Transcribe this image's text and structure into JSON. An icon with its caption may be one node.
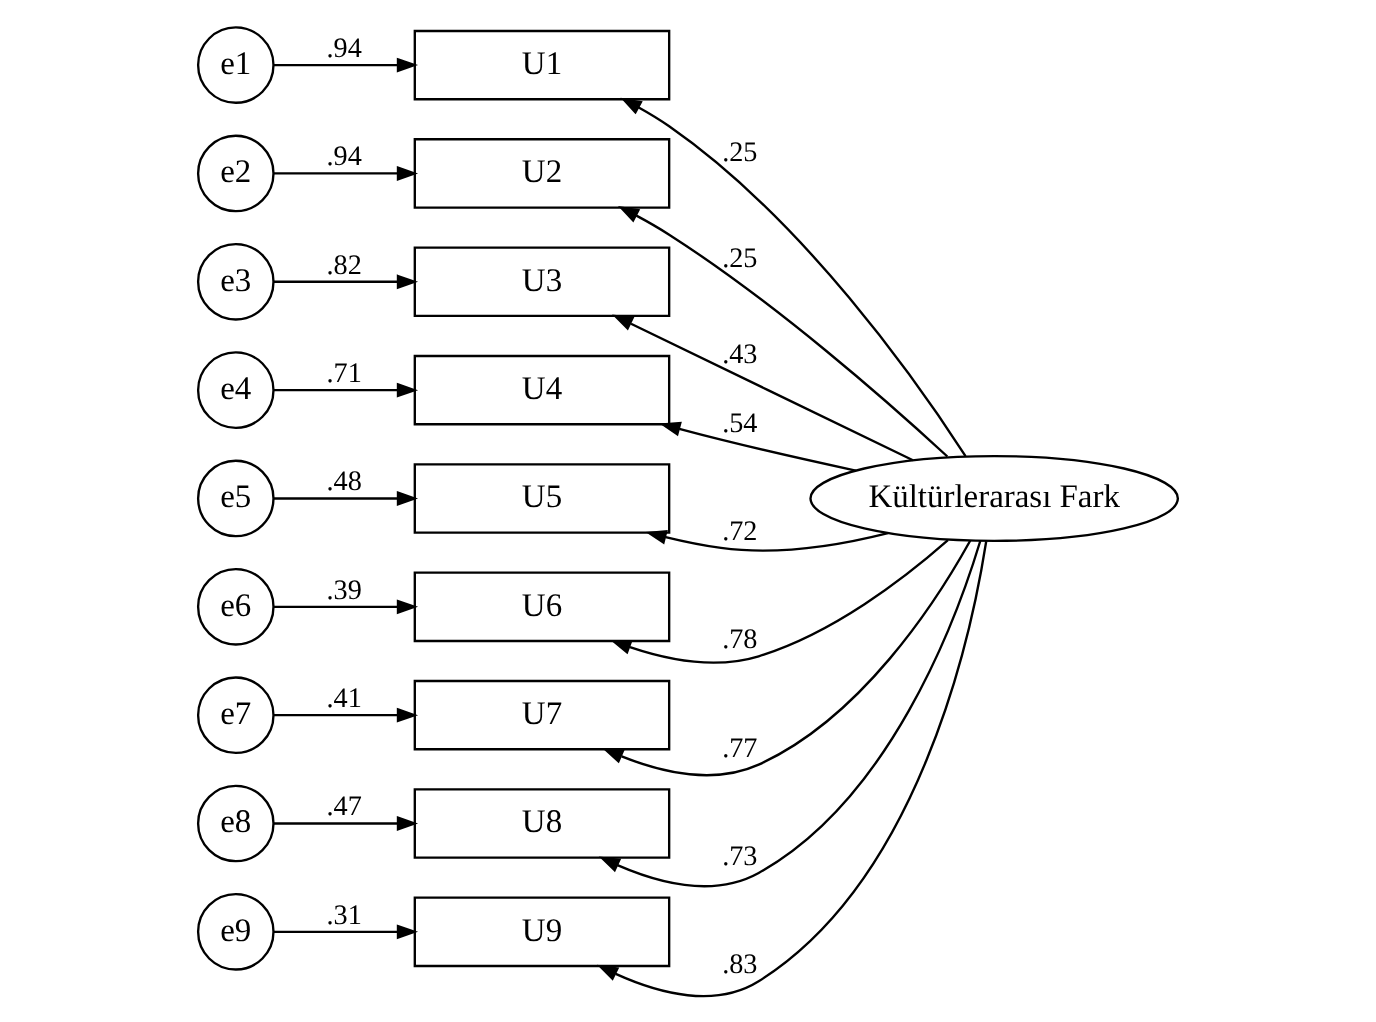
{
  "diagram": {
    "nodes": [
      {
        "text": [
          "e1"
        ]
      },
      {
        "text": [
          "e2"
        ]
      },
      {
        "text": [
          "e3"
        ]
      },
      {
        "text": [
          "e4"
        ]
      },
      {
        "text": [
          "e5"
        ]
      },
      {
        "text": [
          "e6"
        ]
      },
      {
        "text": [
          "e7"
        ]
      },
      {
        "text": [
          "e8"
        ]
      },
      {
        "text": [
          "e9"
        ]
      },
      {
        "text": [
          "U1"
        ]
      },
      {
        "text": [
          "U2"
        ]
      },
      {
        "text": [
          "U3"
        ]
      },
      {
        "text": [
          "U4"
        ]
      },
      {
        "text": [
          "U5"
        ]
      },
      {
        "text": [
          "U6"
        ]
      },
      {
        "text": [
          "U7"
        ]
      },
      {
        "text": [
          "U8"
        ]
      },
      {
        "text": [
          "U9"
        ]
      },
      {
        "text": [
          "Kültürlerarası Fark"
        ]
      }
    ],
    "edges": [
      {
        "from": 0,
        "to": 9,
        "arrow": "to",
        "label": ".94"
      },
      {
        "from": 1,
        "to": 10,
        "arrow": "to",
        "label": ".94"
      },
      {
        "from": 2,
        "to": 11,
        "arrow": "to",
        "label": ".82"
      },
      {
        "from": 3,
        "to": 12,
        "arrow": "to",
        "label": ".71"
      },
      {
        "from": 4,
        "to": 13,
        "arrow": "to",
        "label": ".48"
      },
      {
        "from": 5,
        "to": 14,
        "arrow": "to",
        "label": ".39"
      },
      {
        "from": 6,
        "to": 15,
        "arrow": "to",
        "label": ".41"
      },
      {
        "from": 7,
        "to": 16,
        "arrow": "to",
        "label": ".47"
      },
      {
        "from": 8,
        "to": 17,
        "arrow": "to",
        "label": ".31"
      },
      {
        "from": 18,
        "to": 9,
        "arrow": "to",
        "label": ".25"
      },
      {
        "from": 18,
        "to": 10,
        "arrow": "to",
        "label": ".25"
      },
      {
        "from": 18,
        "to": 11,
        "arrow": "to",
        "label": ".43"
      },
      {
        "from": 18,
        "to": 12,
        "arrow": "to",
        "label": ".54"
      },
      {
        "from": 18,
        "to": 13,
        "arrow": "to",
        "label": ".72"
      },
      {
        "from": 18,
        "to": 14,
        "arrow": "to",
        "label": ".78"
      },
      {
        "from": 18,
        "to": 15,
        "arrow": "to",
        "label": ".77"
      },
      {
        "from": 18,
        "to": 16,
        "arrow": "to",
        "label": ".73"
      },
      {
        "from": 18,
        "to": 17,
        "arrow": "to",
        "label": ".83"
      }
    ]
  }
}
